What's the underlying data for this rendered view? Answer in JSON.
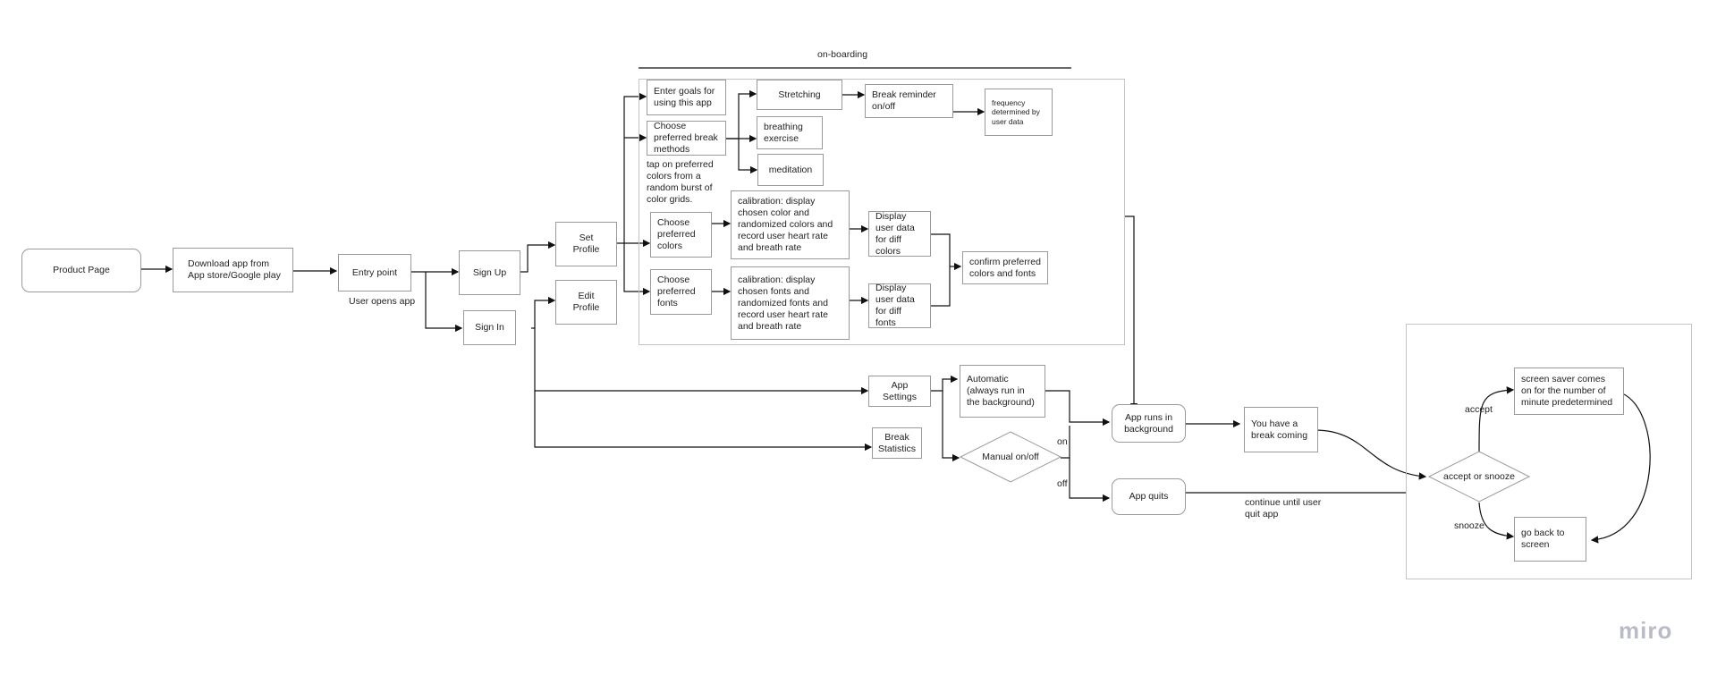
{
  "section_label": "on-boarding",
  "nodes": {
    "product_page": "Product Page",
    "download_app": "Download app from App store/Google play",
    "entry_point": "Entry point",
    "user_opens_app": "User opens app",
    "sign_up": "Sign Up",
    "sign_in": "Sign In",
    "set_profile": "Set Profile",
    "edit_profile": "Edit Profile",
    "enter_goals": "Enter goals for using this app",
    "choose_break_methods": "Choose preferred break methods",
    "stretching": "Stretching",
    "breathing_exercise": "breathing exercise",
    "meditation": "meditation",
    "break_reminder": "Break reminder on/off",
    "frequency": "frequency determined by user data",
    "tap_colors_note": "tap on preferred colors from a random burst of color grids.",
    "choose_colors": "Choose preferred colors",
    "choose_fonts": "Choose preferred fonts",
    "calibration_colors": "calibration: display chosen color and randomized colors and record user heart rate and breath rate",
    "calibration_fonts": "calibration: display chosen fonts and randomized fonts and record user heart rate and breath rate",
    "display_colors": "Display user data for diff colors",
    "display_fonts": "Display user data for diff fonts",
    "confirm_preferred": "confirm preferred colors and fonts",
    "app_settings": "App Settings",
    "break_statistics": "Break Statistics",
    "automatic": "Automatic (always run in the background)",
    "manual": "Manual on/off",
    "on_label": "on",
    "off_label": "off",
    "app_runs": "App runs in background",
    "app_quits": "App quits",
    "break_coming": "You have a break coming",
    "continue_until": "continue until user quit app",
    "accept_or_snooze": "accept or snooze",
    "accept_label": "accept",
    "snooze_label": "snooze",
    "screen_saver": "screen saver comes on for the number of minute predetermined",
    "go_back": "go back to screen"
  },
  "logo_text": "miro",
  "colors": {
    "line": "#111111",
    "box_border": "#9a9a9a",
    "region_border": "#c4c4c4",
    "logo": "#b9bcc6"
  }
}
